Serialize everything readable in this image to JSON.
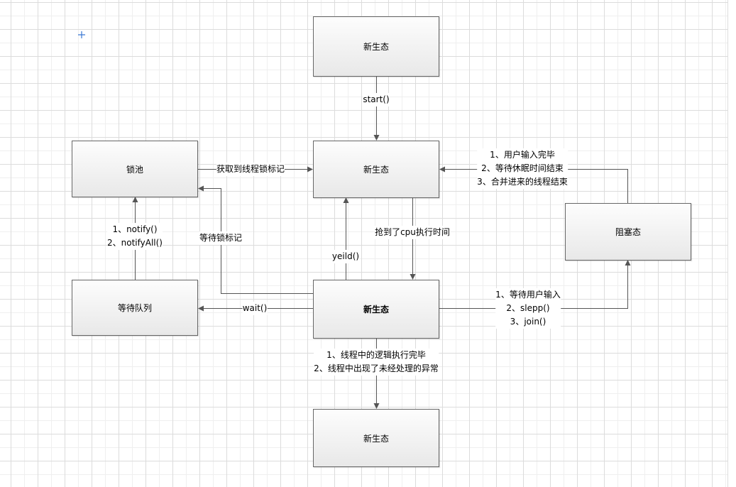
{
  "nodes": {
    "top": "新生态",
    "runnable": "新生态",
    "lock_pool": "锁池",
    "blocked": "阻塞态",
    "running": "新生态",
    "wait_queue": "等待队列",
    "dead": "新生态"
  },
  "edges": {
    "start": "start()",
    "acquire_lock": "获取到线程锁标记",
    "unblock": [
      "1、用户输入完毕",
      "2、等待休眠时间结束",
      "3、合并进来的线程结束"
    ],
    "notify": [
      "1、notify()",
      "2、notifyAll()"
    ],
    "wait_lock": "等待锁标记",
    "yield": "yeild()",
    "get_cpu": "抢到了cpu执行时间",
    "wait": "wait()",
    "block": [
      "1、等待用户输入",
      "2、slepp()",
      "3、join()"
    ],
    "finish": [
      "1、线程中的逻辑执行完毕",
      "2、线程中出现了未经处理的异常"
    ]
  },
  "colors": {
    "line": "#555555",
    "cursor": "#3a78d4"
  }
}
